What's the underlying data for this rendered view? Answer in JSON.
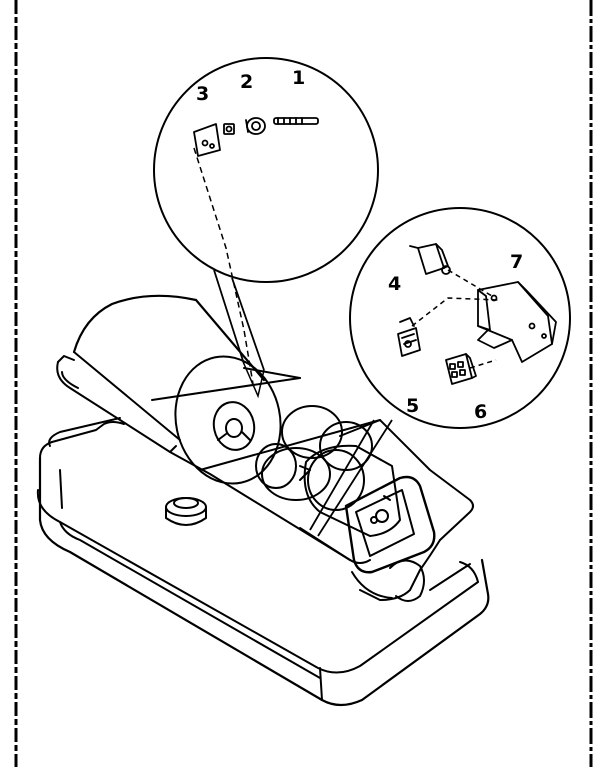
{
  "diagram": {
    "callouts": {
      "c1": "1",
      "c2": "2",
      "c3": "3",
      "c4": "4",
      "c5": "5",
      "c6": "6",
      "c7": "7"
    }
  },
  "colors": {
    "ink": "#000000",
    "paper": "#ffffff"
  }
}
